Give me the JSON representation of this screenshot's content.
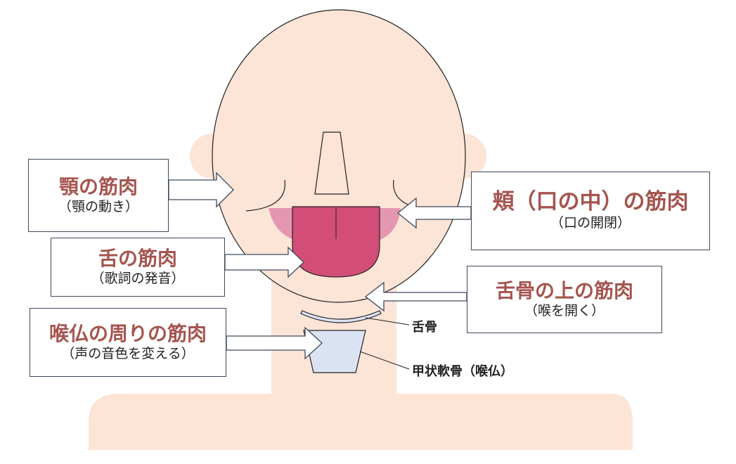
{
  "labels": {
    "jaw": {
      "title": "顎の筋肉",
      "sub": "（顎の動き）"
    },
    "cheek": {
      "title": "頬（口の中）の筋肉",
      "sub": "（口の開閉）"
    },
    "tongue": {
      "title": "舌の筋肉",
      "sub": "（歌詞の発音）"
    },
    "suprahyoid": {
      "title": "舌骨の上の筋肉",
      "sub": "（喉を開く）"
    },
    "larynx": {
      "title": "喉仏の周りの筋肉",
      "sub": "（声の音色を変える）"
    }
  },
  "anatomy": {
    "hyoid_label": "舌骨",
    "thyroid_label": "甲状軟骨（喉仏）"
  },
  "colors": {
    "skin": "#fce4d6",
    "skin_edge": "#f9dccb",
    "tongue": "#d24d78",
    "inner_mouth": "#e497b0",
    "cartilage": "#dbe3f3",
    "title_text": "#a5544e",
    "box_border": "#3d4a5c",
    "outline": "#222222"
  }
}
